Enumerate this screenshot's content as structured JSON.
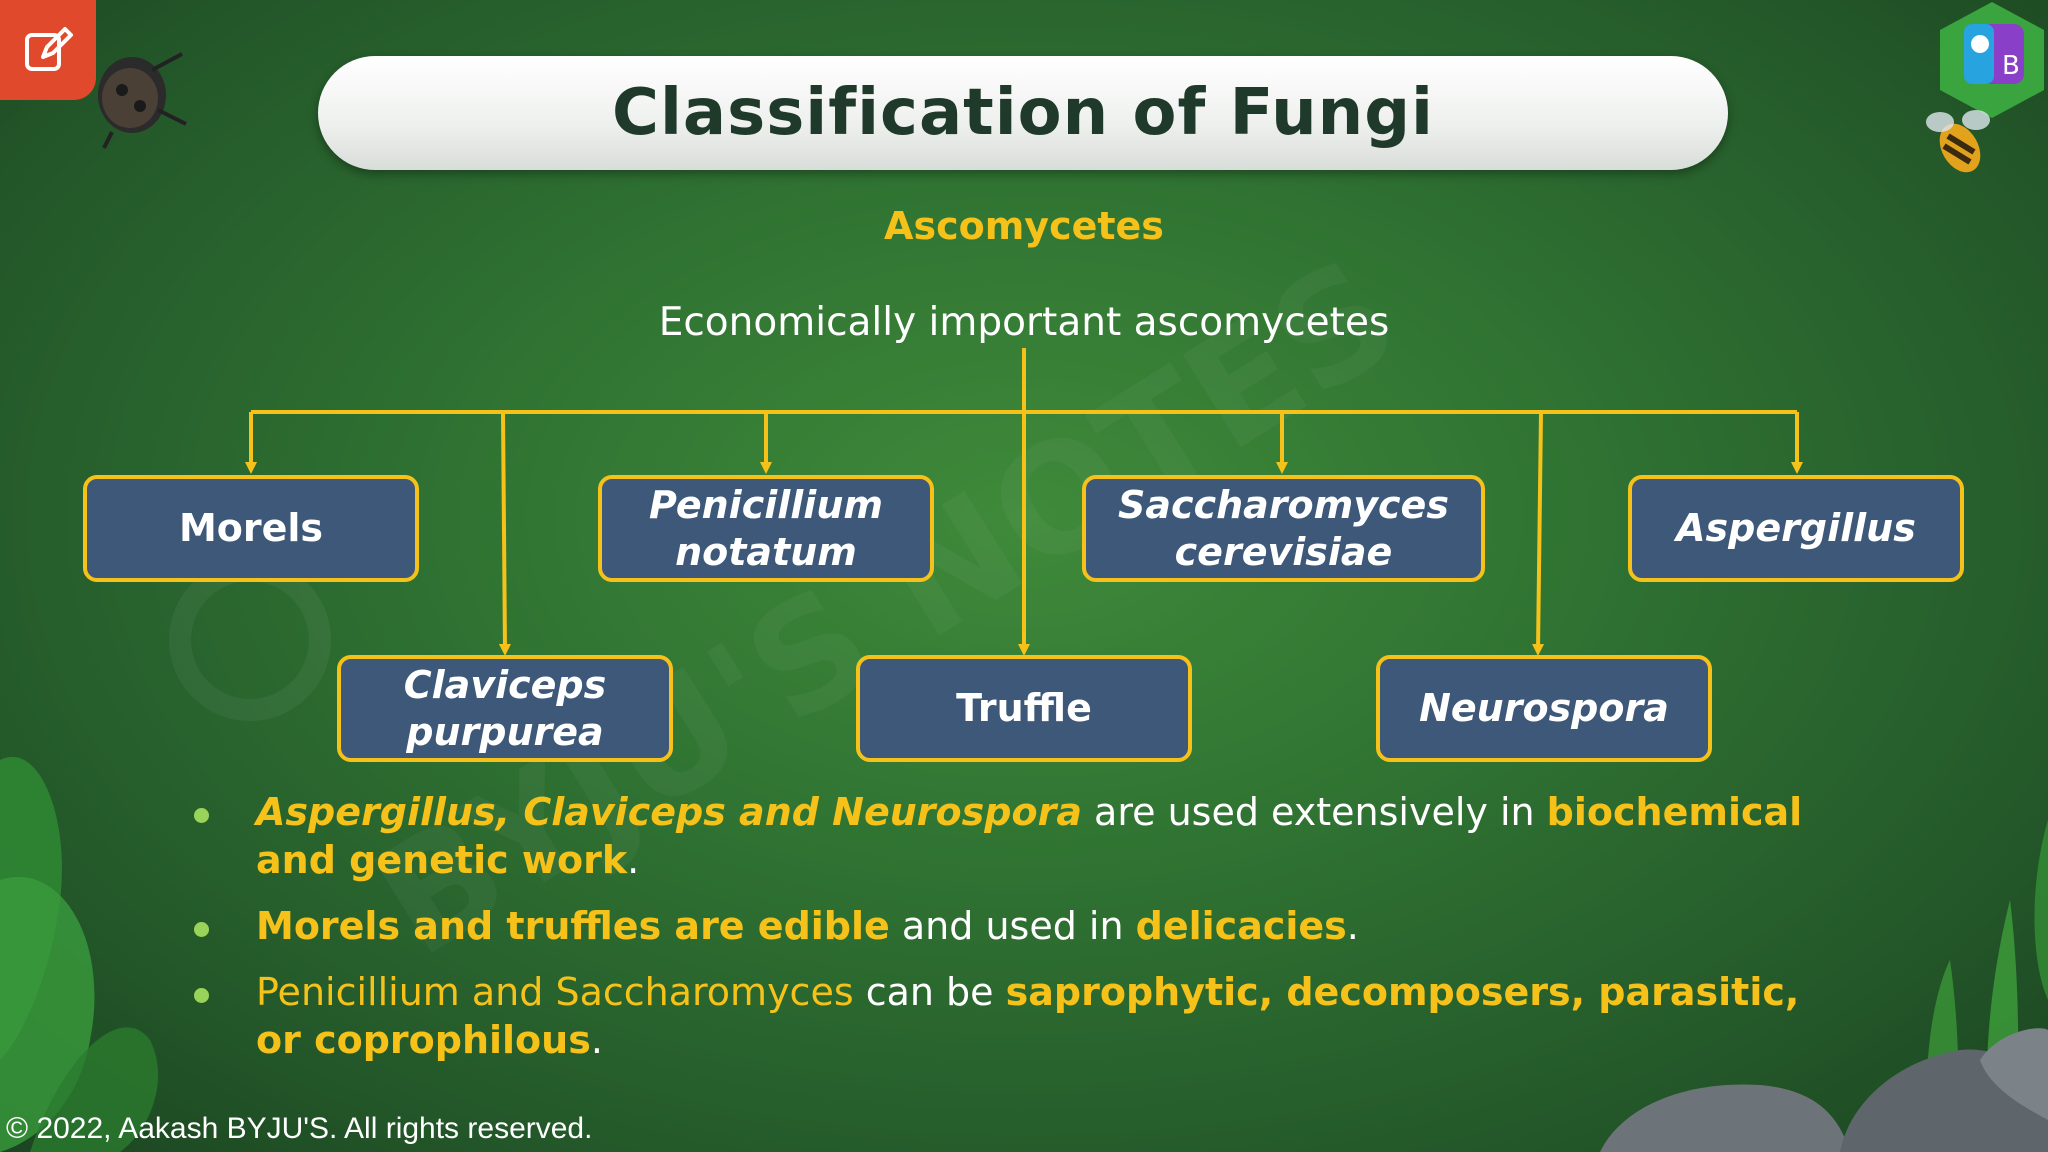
{
  "header": {
    "title": "Classification of Fungi"
  },
  "subtitle": "Ascomycetes",
  "diagram": {
    "root": "Economically important ascomycetes",
    "top_row": [
      {
        "line1": "Morels",
        "line2": ""
      },
      {
        "line1": "Penicillium",
        "line2": "notatum"
      },
      {
        "line1": "Saccharomyces",
        "line2": "cerevisiae"
      },
      {
        "line1": "Aspergillus",
        "line2": ""
      }
    ],
    "bottom_row": [
      {
        "line1": "Claviceps",
        "line2": "purpurea"
      },
      {
        "line1": "Truffle",
        "line2": ""
      },
      {
        "line1": "Neurospora",
        "line2": ""
      }
    ]
  },
  "bullets": {
    "b1": {
      "a": "Aspergillus, Claviceps and Neurospora",
      "b": " are used extensively in ",
      "c": "biochemical and genetic work",
      "d": "."
    },
    "b2": {
      "a": "Morels and truffles are edible",
      "b": " and used in ",
      "c": "delicacies",
      "d": "."
    },
    "b3": {
      "a": "Penicillium and Saccharomyces",
      "b": " can be ",
      "c": "saprophytic, decomposers, parasitic, or coprophilous",
      "d": "."
    }
  },
  "footer": {
    "copyright": "© 2022, Aakash BYJU'S. All rights reserved."
  },
  "colors": {
    "accent": "#f6c21a",
    "node_fill": "#3d5878",
    "background": "#2f7232"
  },
  "icons": [
    "edit-icon",
    "ladybug-icon",
    "byjus-logo-icon",
    "bee-icon"
  ]
}
